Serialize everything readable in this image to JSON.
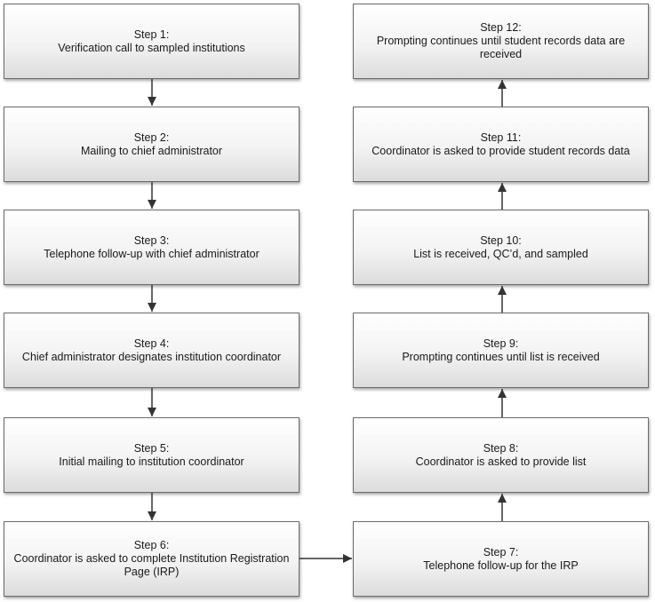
{
  "steps": [
    {
      "title": "Step 1:",
      "text": "Verification call to sampled institutions"
    },
    {
      "title": "Step 2:",
      "text": "Mailing to chief administrator"
    },
    {
      "title": "Step 3:",
      "text": "Telephone follow-up with chief administrator"
    },
    {
      "title": "Step 4:",
      "text": "Chief administrator designates institution coordinator"
    },
    {
      "title": "Step 5:",
      "text": "Initial mailing to institution coordinator"
    },
    {
      "title": "Step 6:",
      "text": "Coordinator is asked to complete Institution Registration Page (IRP)"
    },
    {
      "title": "Step 7:",
      "text": "Telephone follow-up for the IRP"
    },
    {
      "title": "Step 8:",
      "text": "Coordinator is asked to provide list"
    },
    {
      "title": "Step 9:",
      "text": "Prompting continues until list is received"
    },
    {
      "title": "Step 10:",
      "text": "List is received, QC’d, and sampled"
    },
    {
      "title": "Step 11:",
      "text": "Coordinator is asked to provide student records data"
    },
    {
      "title": "Step 12:",
      "text": "Prompting continues until student records data are received"
    }
  ],
  "connections": [
    [
      1,
      2
    ],
    [
      2,
      3
    ],
    [
      3,
      4
    ],
    [
      4,
      5
    ],
    [
      5,
      6
    ],
    [
      6,
      7
    ],
    [
      7,
      8
    ],
    [
      8,
      9
    ],
    [
      9,
      10
    ],
    [
      10,
      11
    ],
    [
      11,
      12
    ]
  ],
  "colors": {
    "border": "#6b6b6b",
    "arrow": "#333333",
    "text": "#1a1a1a"
  }
}
